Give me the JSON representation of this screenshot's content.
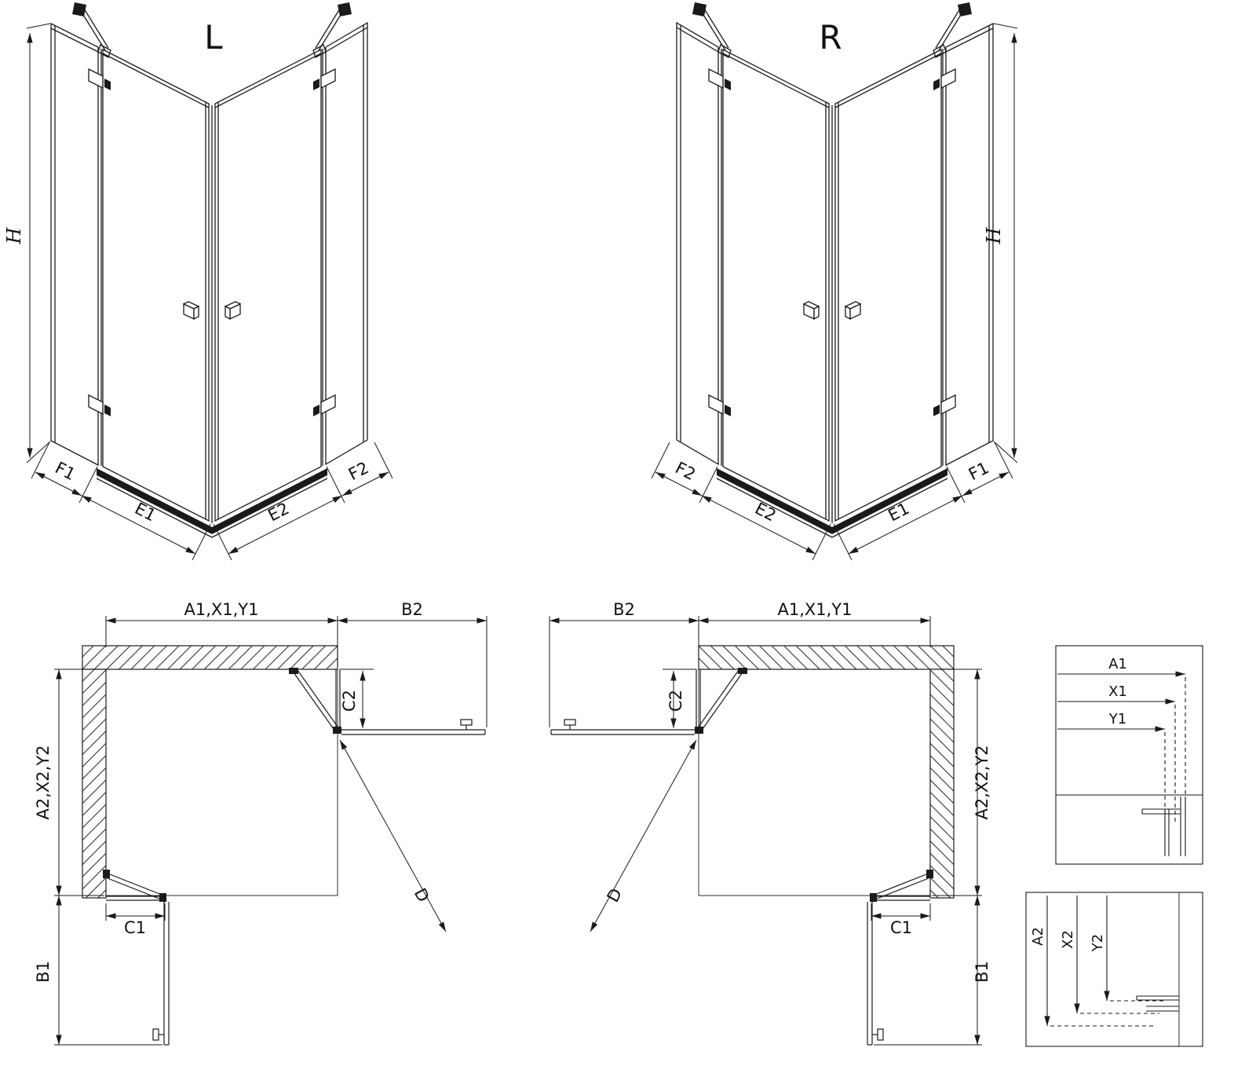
{
  "diagram": {
    "colors": {
      "line": "#1a1a1a",
      "background": "#ffffff",
      "hatch": "#333333"
    },
    "left_3d": {
      "title": "L",
      "h": "H",
      "f1": "F1",
      "e1": "E1",
      "e2": "E2",
      "f2": "F2"
    },
    "right_3d": {
      "title": "R",
      "h": "H",
      "f1": "F1",
      "e1": "E1",
      "e2": "E2",
      "f2": "F2"
    },
    "left_plan": {
      "a1": "A1,X1,Y1",
      "b2": "B2",
      "a2": "A2,X2,Y2",
      "c2": "C2",
      "c1": "C1",
      "b1": "B1",
      "d": "D"
    },
    "right_plan": {
      "a1": "A1,X1,Y1",
      "b2": "B2",
      "a2": "A2,X2,Y2",
      "c2": "C2",
      "c1": "C1",
      "b1": "B1",
      "d": "D"
    },
    "detail_top": {
      "labels": [
        "A1",
        "X1",
        "Y1"
      ]
    },
    "detail_bottom": {
      "labels": [
        "A2",
        "X2",
        "Y2"
      ]
    }
  }
}
